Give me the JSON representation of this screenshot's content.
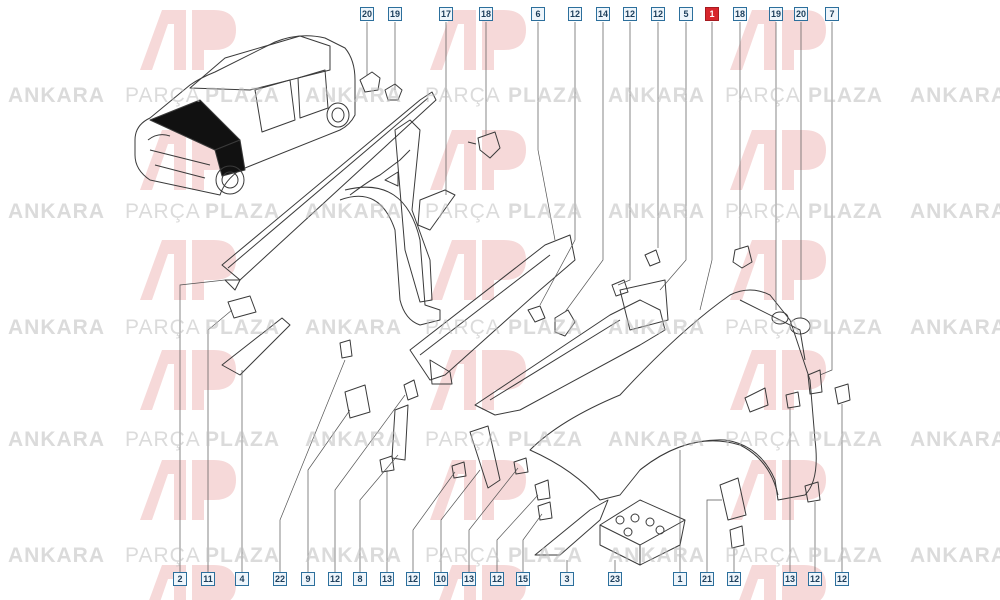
{
  "watermark": {
    "brand_word_1": "ANKARA",
    "brand_word_2": "PARÇA",
    "brand_word_3": "PLAZA",
    "logo_text": "AP"
  },
  "callouts": {
    "top": [
      "20",
      "19",
      "17",
      "18",
      "6",
      "12",
      "14",
      "12",
      "12",
      "5",
      "1",
      "18",
      "19",
      "20",
      "7"
    ],
    "bottom": [
      "2",
      "11",
      "4",
      "22",
      "9",
      "12",
      "8",
      "13",
      "12",
      "10",
      "13",
      "12",
      "15",
      "3",
      "23",
      "1",
      "21",
      "12",
      "13",
      "12",
      "12"
    ]
  },
  "highlight": {
    "top_index": 10,
    "color": "#d8262c"
  },
  "colors": {
    "line": "#3a3a3a",
    "callout_border": "#2c6f9c",
    "watermark": "#bdbdbd"
  }
}
